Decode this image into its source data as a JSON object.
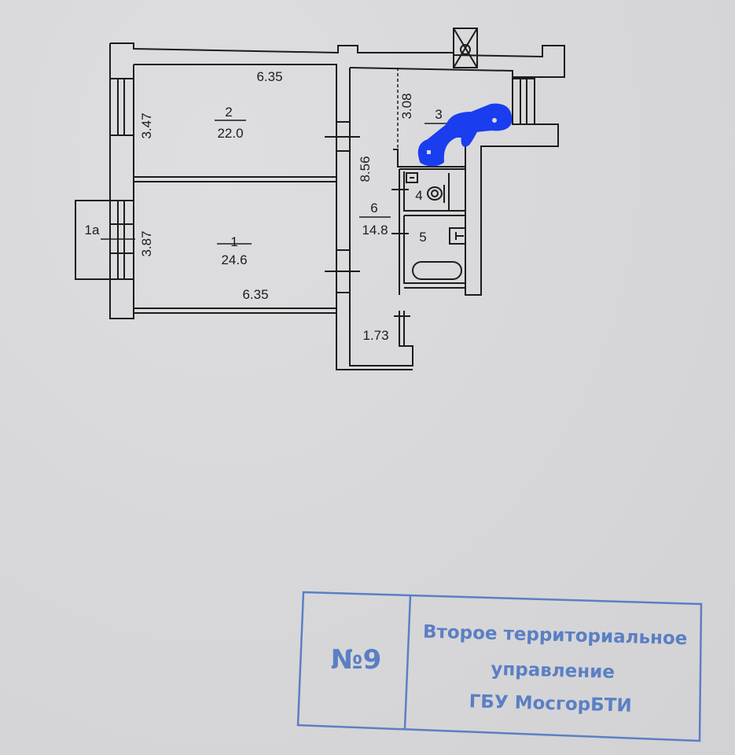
{
  "document": {
    "type": "floor_plan",
    "colors": {
      "paper": "#d8d8da",
      "ink": "#1c1c1c",
      "stamp": "#5b7fc4",
      "scribble": "#1a3df0"
    },
    "rooms": [
      {
        "id": "1",
        "area": "24.6",
        "width_label": "6.35",
        "depth_label": "3.87"
      },
      {
        "id": "1a",
        "area": "",
        "label": "1а"
      },
      {
        "id": "2",
        "area": "22.0",
        "width_label": "6.35",
        "depth_label": "3.47"
      },
      {
        "id": "3",
        "area": "",
        "depth_label": "3.08",
        "area_obscured": true
      },
      {
        "id": "4",
        "area": ""
      },
      {
        "id": "5",
        "area": ""
      },
      {
        "id": "6",
        "area": "14.8",
        "length_label": "8.56",
        "width_label": "1.73"
      }
    ],
    "stamp": {
      "number": "№9",
      "line1": "Второе территориальное",
      "line2": "управление",
      "line3": "ГБУ МосгорБТИ"
    }
  }
}
